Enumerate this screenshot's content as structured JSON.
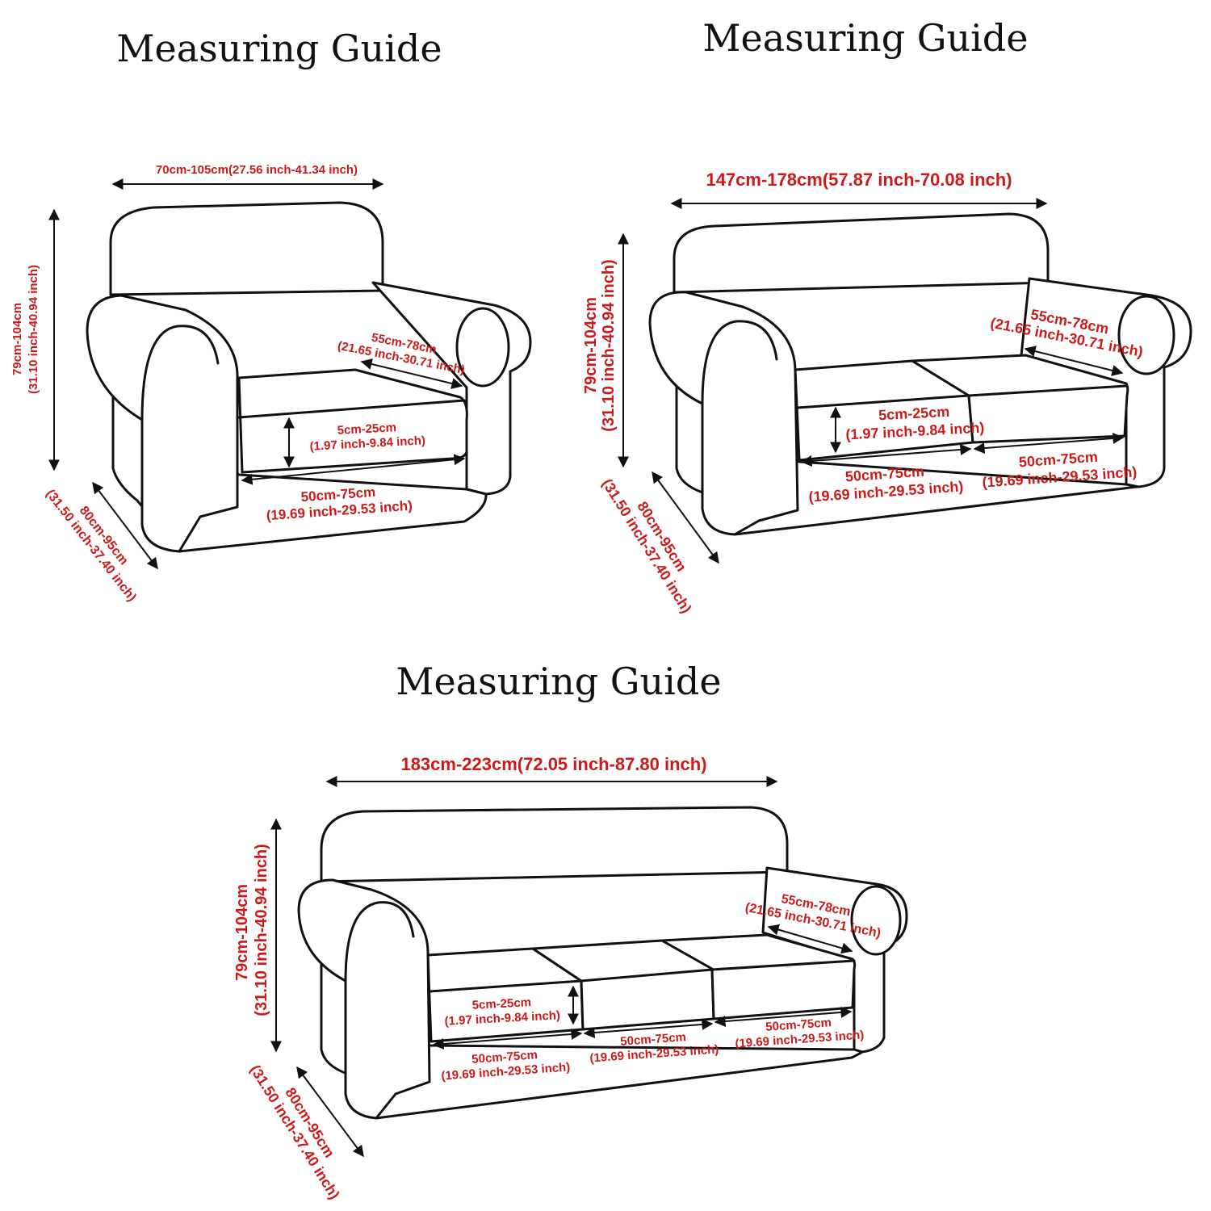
{
  "armchair": {
    "title": "Measuring Guide",
    "width": "70cm-105cm(27.56 inch-41.34 inch)",
    "height_cm": "79cm-104cm",
    "height_in": "(31.10 inch-40.94 inch)",
    "arm_cm": "55cm-78cm",
    "arm_in": "(21.65 inch-30.71 inch)",
    "cushion_h_cm": "5cm-25cm",
    "cushion_h_in": "(1.97 inch-9.84 inch)",
    "seat_w_cm": "50cm-75cm",
    "seat_w_in": "(19.69 inch-29.53 inch)",
    "depth_cm": "80cm-95cm",
    "depth_in": "(31.50 inch-37.40 inch)"
  },
  "loveseat": {
    "title": "Measuring Guide",
    "width": "147cm-178cm(57.87 inch-70.08 inch)",
    "height_cm": "79cm-104cm",
    "height_in": "(31.10 inch-40.94 inch)",
    "arm_cm": "55cm-78cm",
    "arm_in": "(21.65 inch-30.71 inch)",
    "cushion_h_cm": "5cm-25cm",
    "cushion_h_in": "(1.97 inch-9.84 inch)",
    "seat1_cm": "50cm-75cm",
    "seat1_in": "(19.69 inch-29.53 inch)",
    "seat2_cm": "50cm-75cm",
    "seat2_in": "(19.69 inch-29.53 inch)",
    "depth_cm": "80cm-95cm",
    "depth_in": "(31.50 inch-37.40 inch)"
  },
  "sofa": {
    "title": "Measuring Guide",
    "width": "183cm-223cm(72.05 inch-87.80 inch)",
    "height_cm": "79cm-104cm",
    "height_in": "(31.10 inch-40.94 inch)",
    "arm_cm": "55cm-78cm",
    "arm_in": "(21.65 inch-30.71 inch)",
    "cushion_h_cm": "5cm-25cm",
    "cushion_h_in": "(1.97 inch-9.84 inch)",
    "seat1_cm": "50cm-75cm",
    "seat1_in": "(19.69 inch-29.53 inch)",
    "seat2_cm": "50cm-75cm",
    "seat2_in": "(19.69 inch-29.53 inch)",
    "seat3_cm": "50cm-75cm",
    "seat3_in": "(19.69 inch-29.53 inch)",
    "depth_cm": "80cm-95cm",
    "depth_in": "(31.50 inch-37.40 inch)"
  },
  "colors": {
    "dimension_text": "#cc1a1a",
    "outline": "#111111",
    "background": "#ffffff"
  }
}
